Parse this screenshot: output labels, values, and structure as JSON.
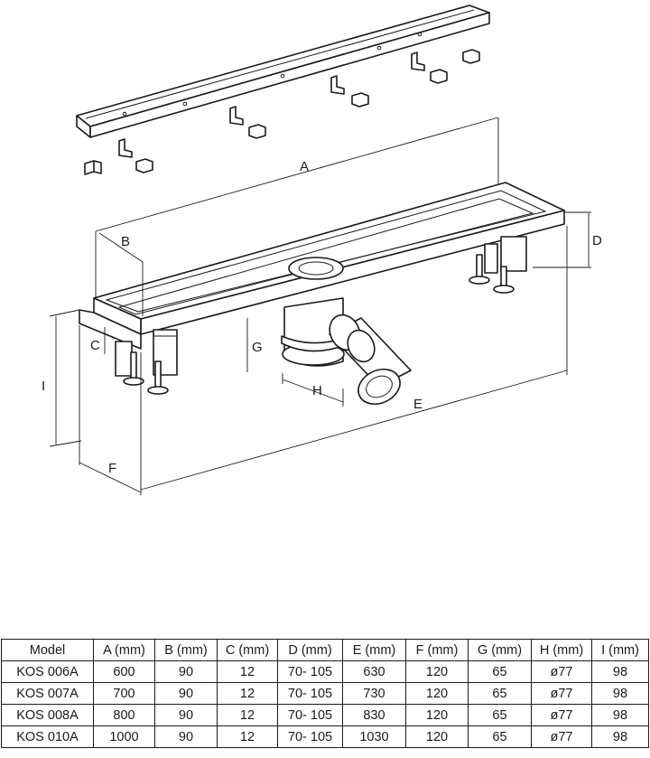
{
  "diagram": {
    "labels": {
      "A": "A",
      "B": "B",
      "C": "C",
      "D": "D",
      "E": "E",
      "F": "F",
      "G": "G",
      "H": "H",
      "I": "I"
    }
  },
  "table": {
    "headers": [
      "Model",
      "A (mm)",
      "B (mm)",
      "C (mm)",
      "D (mm)",
      "E (mm)",
      "F (mm)",
      "G (mm)",
      "H (mm)",
      "I (mm)"
    ],
    "rows": [
      [
        "KOS 006A",
        "600",
        "90",
        "12",
        "70- 105",
        "630",
        "120",
        "65",
        "ø77",
        "98"
      ],
      [
        "KOS 007A",
        "700",
        "90",
        "12",
        "70- 105",
        "730",
        "120",
        "65",
        "ø77",
        "98"
      ],
      [
        "KOS 008A",
        "800",
        "90",
        "12",
        "70- 105",
        "830",
        "120",
        "65",
        "ø77",
        "98"
      ],
      [
        "KOS 010A",
        "1000",
        "90",
        "12",
        "70- 105",
        "1030",
        "120",
        "65",
        "ø77",
        "98"
      ]
    ]
  }
}
